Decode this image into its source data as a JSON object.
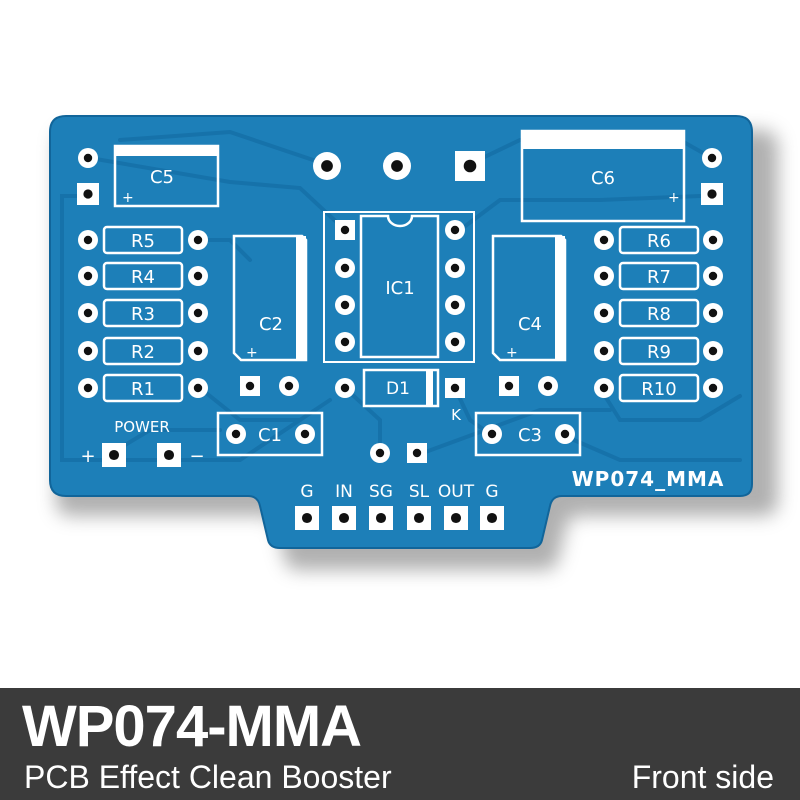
{
  "board": {
    "name_silk": "WP074_MMA",
    "power_label": "POWER",
    "power_plus": "+",
    "power_minus": "−",
    "colors": {
      "board": "#1d7fb8",
      "copper": "#1878b0",
      "silk": "#ffffff",
      "pad": "#ffffff",
      "hole": "#111111"
    }
  },
  "components": {
    "resistors_left": [
      "R5",
      "R4",
      "R3",
      "R2",
      "R1"
    ],
    "resistors_right": [
      "R6",
      "R7",
      "R8",
      "R9",
      "R10"
    ],
    "c1": "C1",
    "c2": "C2",
    "c3": "C3",
    "c4": "C4",
    "c5": "C5",
    "c6": "C6",
    "ic1": "IC1",
    "d1": "D1",
    "d1_k": "K",
    "plus": "+"
  },
  "connector_labels": [
    "G",
    "IN",
    "SG",
    "SL",
    "OUT",
    "G"
  ],
  "footer": {
    "title": "WP074-MMA",
    "subtitle": "PCB Effect Clean Booster",
    "side": "Front side"
  }
}
